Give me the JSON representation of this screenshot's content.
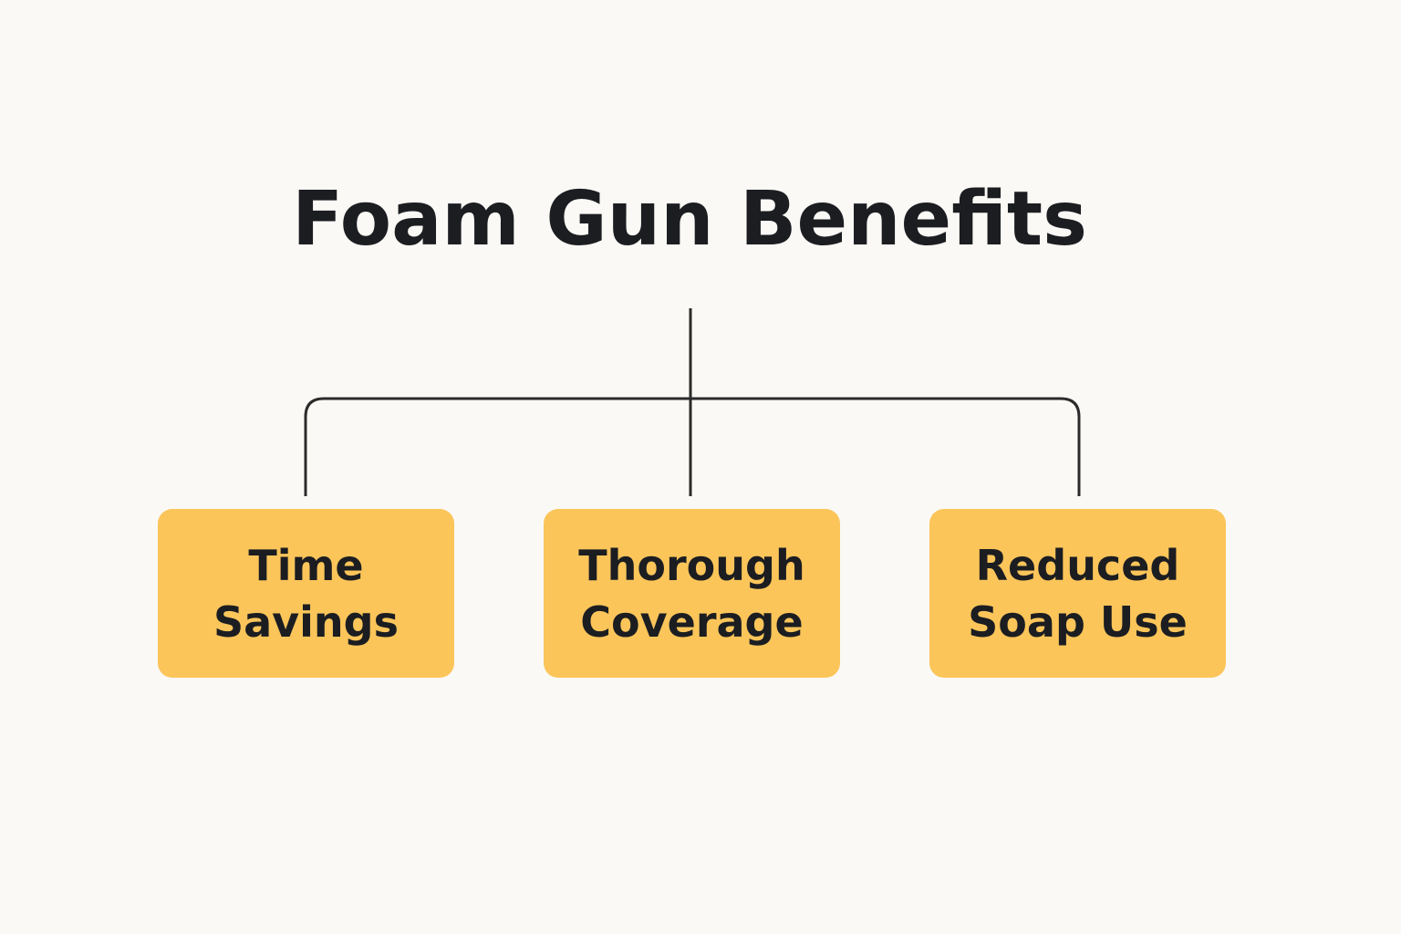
{
  "diagram": {
    "title": "Foam Gun Benefits",
    "benefits": [
      {
        "label": "Time\nSavings"
      },
      {
        "label": "Thorough\nCoverage"
      },
      {
        "label": "Reduced\nSoap Use"
      }
    ]
  },
  "colors": {
    "background": "#faf9f5",
    "box_fill": "#fbc55a",
    "line": "#2b2b2b",
    "text": "#1b1d21"
  }
}
